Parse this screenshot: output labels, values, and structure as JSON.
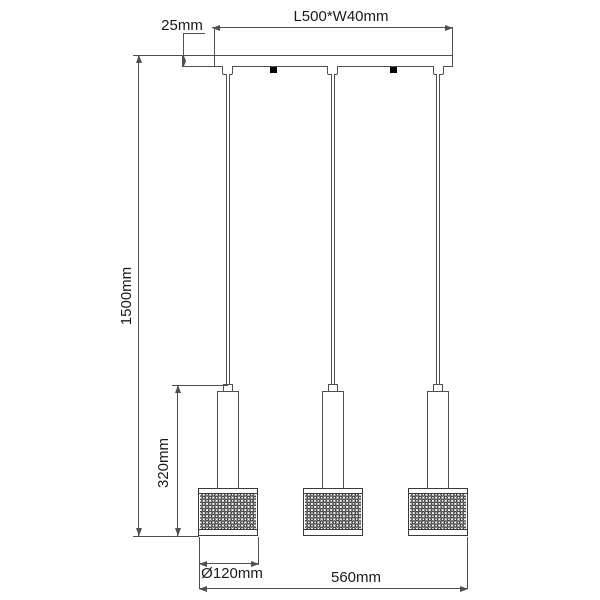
{
  "diagram": {
    "fixture": {
      "lamp_count": 3,
      "canopy_thickness_label": "25mm",
      "canopy_size_label": "L500*W40mm",
      "max_drop_label": "1500mm",
      "lamp_height_label": "320mm",
      "shade_diameter_label": "Ø120mm",
      "overall_width_label": "560mm"
    },
    "colors": {
      "background": "#ffffff",
      "line": "#4f4f4f",
      "shade_outline": "#3a3a3a",
      "text": "#1a1a1a",
      "screw": "#000000"
    }
  }
}
